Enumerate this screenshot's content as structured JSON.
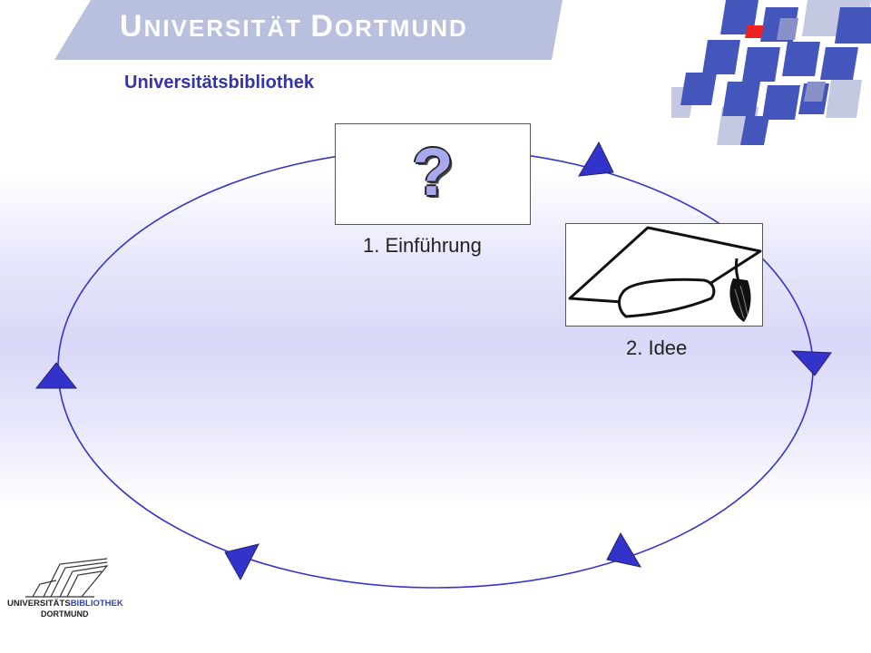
{
  "header": {
    "university": "UNIVERSITÄT DORTMUND",
    "university_caps_1": "U",
    "university_rest_1": "NIVERSITÄT ",
    "university_caps_2": "D",
    "university_rest_2": "ORTMUND",
    "page_title": "Universitätsbibliothek"
  },
  "diagram": {
    "steps": [
      {
        "label": "1. Einführung",
        "icon": "question-mark-icon",
        "symbol": "?"
      },
      {
        "label": "2. Idee",
        "icon": "graduation-cap-icon"
      }
    ],
    "cycle_color": "#3333cc",
    "arrow_color": "#3333cc"
  },
  "footer": {
    "logo_part1": "UNIVERSITÄTS",
    "logo_part2": "BIBLIOTHEK",
    "logo_line2": "DORTMUND"
  },
  "colors": {
    "title": "#3333aa",
    "band": "#b8c0de",
    "mosaic_blue": "#4455bb",
    "mosaic_red": "#ee2222"
  }
}
